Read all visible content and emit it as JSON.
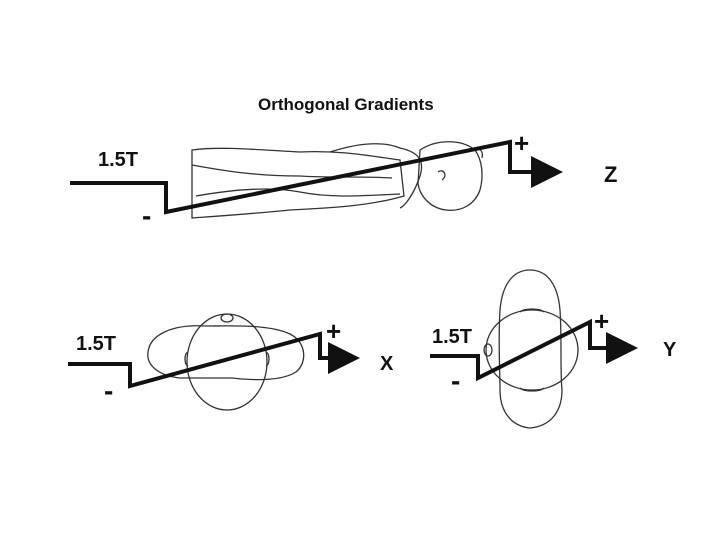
{
  "title": "Orthogonal Gradients",
  "colors": {
    "ink": "#111111",
    "outline": "#333333",
    "background": "#ffffff"
  },
  "panels": [
    {
      "id": "z",
      "field_label": "1.5T",
      "minus": "-",
      "plus": "+",
      "axis": "Z"
    },
    {
      "id": "x",
      "field_label": "1.5T",
      "minus": "-",
      "plus": "+",
      "axis": "X"
    },
    {
      "id": "y",
      "field_label": "1.5T",
      "minus": "-",
      "plus": "+",
      "axis": "Y"
    }
  ]
}
